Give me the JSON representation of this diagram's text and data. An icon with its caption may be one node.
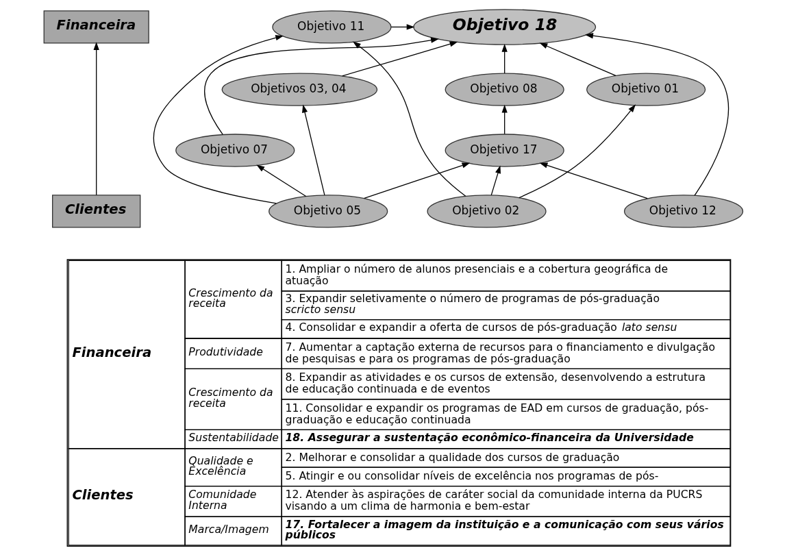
{
  "diagram": {
    "nodes": [
      {
        "text": [
          "Financeira"
        ]
      },
      {
        "text": [
          "Clientes"
        ]
      },
      {
        "text": [
          "Objetivo 18"
        ]
      },
      {
        "text": [
          "Objetivo 11"
        ]
      },
      {
        "text": [
          "Objetivo 01"
        ]
      },
      {
        "text": [
          "Objetivos 03, 04"
        ]
      },
      {
        "text": [
          "Objetivo 08"
        ]
      },
      {
        "text": [
          "Objetivo 07"
        ]
      },
      {
        "text": [
          "Objetivo 12"
        ]
      },
      {
        "text": [
          "Objetivo 02"
        ]
      },
      {
        "text": [
          "Objetivo 17"
        ]
      },
      {
        "text": [
          "Objetivo 05"
        ]
      }
    ],
    "edges": [
      {
        "from": 1,
        "to": 0,
        "arrow": "to"
      },
      {
        "from": 4,
        "to": 2,
        "arrow": "to"
      },
      {
        "from": 5,
        "to": 2,
        "arrow": "to"
      },
      {
        "from": 6,
        "to": 2,
        "arrow": "to"
      },
      {
        "from": 3,
        "to": 2,
        "arrow": "to"
      },
      {
        "from": 7,
        "to": 2,
        "arrow": "to"
      },
      {
        "from": 8,
        "to": 2,
        "arrow": "to"
      },
      {
        "from": 9,
        "to": 4,
        "arrow": "to"
      },
      {
        "from": 9,
        "to": 3,
        "arrow": "to"
      },
      {
        "from": 9,
        "to": 10,
        "arrow": "to"
      },
      {
        "from": 10,
        "to": 6,
        "arrow": "to"
      },
      {
        "from": 11,
        "to": 3,
        "arrow": "to"
      },
      {
        "from": 11,
        "to": 7,
        "arrow": "to"
      },
      {
        "from": 11,
        "to": 5,
        "arrow": "to"
      },
      {
        "from": 11,
        "to": 10,
        "arrow": "to"
      },
      {
        "from": 8,
        "to": 10,
        "arrow": "to"
      }
    ],
    "labels": [
      "Financeira",
      "Crescimento da receita",
      "1. Ampliar o número de alunos presenciais e a cobertura geográfica de atuação",
      "3. Expandir seletivamente o número de programas de pós-graduação *scricto sensu*",
      "4. Consolidar e expandir a oferta de cursos de pós-graduação *lato sensu*",
      "Produtividade",
      "7. Aumentar a captação externa de recursos para o financiamento e divulgação de pesquisas e para os programas de pós-graduação",
      "Crescimento da receita",
      "8. Expandir as atividades e os cursos de extensão, desenvolvendo a estrutura de educação continuada e de eventos",
      "11. Consolidar e expandir os programas de EAD em cursos de graduação, pós-graduação e educação continuada",
      "Sustentabilidade",
      "18. Assegurar a sustentação econômico-financeira da Universidade",
      "Clientes",
      "Qualidade e Excelência",
      "2. Melhorar e consolidar a qualidade dos cursos de graduação",
      "5. Atingir e ou consolidar níveis de excelência nos programas de pós-",
      "Comunidade Interna",
      "12. Atender às aspirações de caráter social da comunidade interna da PUCRS visando a um clima de harmonia e bem-estar",
      "Marca/Imagem",
      "17. Fortalecer a imagem da instituição e a comunicação com seus vários públicos"
    ]
  }
}
